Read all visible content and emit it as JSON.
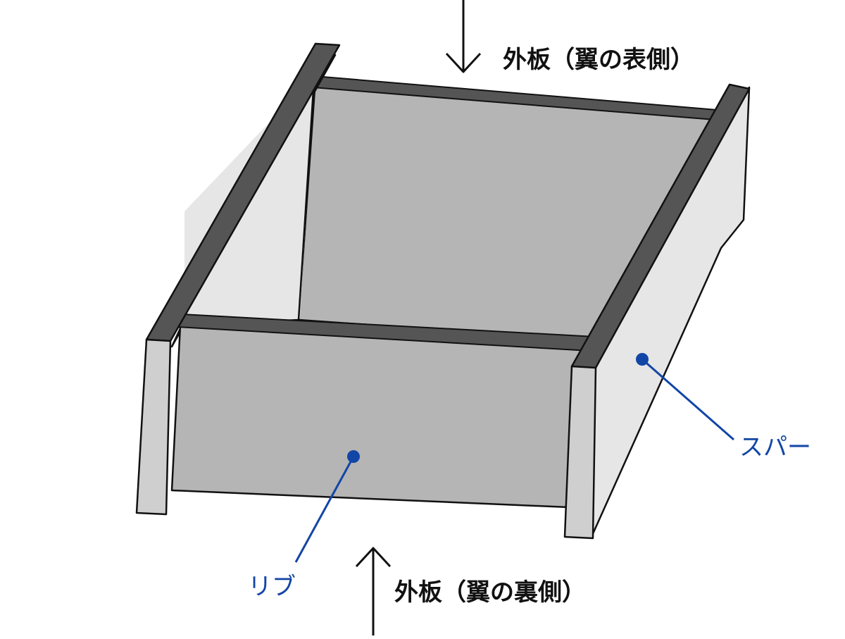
{
  "labels": {
    "top_skin": "外板（翼の表側）",
    "bottom_skin": "外板（翼の裏側）",
    "spar": "スパー",
    "rib": "リブ"
  },
  "colors": {
    "accent": "#1246a6",
    "ink": "#111111",
    "cap": "#555555",
    "rib_face": "#b5b5b5",
    "spar_face": "#e6e6e6",
    "spar_end": "#cfcfcf",
    "background": "#ffffff"
  },
  "icons": {
    "top_arrow": "arrow-down-icon",
    "bottom_arrow": "arrow-up-icon"
  }
}
